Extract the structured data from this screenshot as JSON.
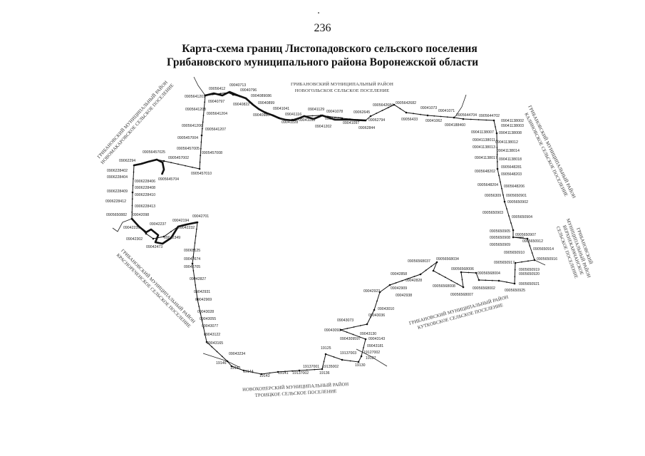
{
  "page_number": "236",
  "title": {
    "line1": "Карта-схема границ Листопадовского сельского поселения",
    "line2": "Грибановского муниципального района Воронежской области"
  },
  "regions": {
    "top": [
      "ГРИБАНОВСКИЙ МУНИЦИПАЛЬНЫЙ РАЙОН",
      "НОВОГОЛЬСКОЕ СЕЛЬСКОЕ ПОСЕЛЕНИЕ"
    ],
    "bottom": [
      "НОВОХОПЕРСКИЙ МУНИЦИПАЛЬНЫЙ РАЙОН",
      "ТРОИЦКОЕ СЕЛЬСКОЕ ПОСЕЛЕНИЕ"
    ],
    "kutkovskoe": [
      "ГРИБАНОВСКИЙ МУНИЦИПАЛЬНЫЙ РАЙОН",
      "КУТКОВСКОЕ СЕЛЬСКОЕ ПОСЕЛЕНИЕ"
    ],
    "left_top": [
      "ГРИБАНОВСКИЙ МУНИЦИПАЛЬНЫЙ РАЙОН",
      "НОВОМАКАРОВСКОЕ СЕЛЬСКОЕ ПОСЕЛЕНИЕ"
    ],
    "left_bottom": [
      "ГРИБАНОВСКИЙ МУНИЦИПАЛЬНЫЙ РАЙОН",
      "КРАСНОРЕЧЕНСКОЕ СЕЛЬСКОЕ ПОСЕЛЕНИЕ"
    ],
    "right": [
      "ГРИБАНОВСКИЙ МУНИЦИПАЛЬНЫЙ РАЙОН",
      "КАЛИНОВСКОЕ СЕЛЬСКОЕ ПОСЕЛЕНИЕ"
    ],
    "far_right": [
      "ГРИБАНОВСКИЙ",
      "МУНИЦИПАЛЬНЫЙ РАЙОН",
      "ВЕРХНЕКАРАЧАНСКОЕ",
      "СЕЛЬСКОЕ ПОСЕЛЕНИЕ"
    ]
  },
  "point_labels": [
    "09056412",
    "09040713",
    "09040796",
    "0905641201",
    "09040797",
    "09040822",
    "0904089086",
    "09040899",
    "09040980",
    "09041041",
    "0905641203",
    "0905641204",
    "0905641206",
    "0905641207",
    "0905457004",
    "09056457005",
    "0905457008",
    "0905457002",
    "0905457010",
    "09041116",
    "09041128",
    "09041129",
    "09041095",
    "09041202",
    "09041078",
    "09041072",
    "09041097",
    "09062645",
    "0905642684",
    "09062794",
    "09062844",
    "0905642682",
    "09056433",
    "09041073",
    "09041071",
    "09041062",
    "0904188460",
    "0905644704",
    "0905644702",
    "09041138002",
    "09041138003",
    "09041138007",
    "09041138008",
    "09041138011",
    "09041138012",
    "09041138013",
    "09041138014",
    "09041138017",
    "09041138018",
    "0905648281",
    "0905648202",
    "0905648203",
    "0905648204",
    "0905648206",
    "09056309",
    "0905650901",
    "0905650902",
    "0905650903",
    "0905650904",
    "0905650905",
    "0905650907",
    "0905650908",
    "0905650909",
    "0905650912",
    "0905650914",
    "0905650910",
    "0905650916",
    "0905650917",
    "0905650919",
    "0905650920",
    "0905650921",
    "0905650925",
    "09056568037",
    "09056568034",
    "09056568006",
    "09056568004",
    "09056568002",
    "09056568007",
    "09056568008",
    "09042858",
    "09042828",
    "09042923",
    "09042909",
    "09042938",
    "09043010",
    "09043036",
    "09043073",
    "09043093",
    "09043130",
    "0904309597",
    "09043143",
    "09043181",
    "19127002",
    "19127",
    "19130",
    "19125",
    "19137003",
    "19137001",
    "19135002",
    "19136",
    "19137002",
    "19141",
    "19143",
    "19144",
    "19145",
    "19146",
    "09042701",
    "09042232",
    "09065125",
    "09042674",
    "09042705",
    "09042827",
    "09042931",
    "09042969",
    "09043028",
    "09043055",
    "09043077",
    "09043122",
    "09043165",
    "09043234",
    "09056457025",
    "09062294",
    "0906228402",
    "0906228404",
    "0906228406",
    "0906228408",
    "0906228409",
    "0906228410",
    "0906228412",
    "0906228413",
    "0905650882",
    "09042098",
    "09042239",
    "09042237",
    "09042194",
    "09042349",
    "09042302",
    "09042473",
    "0905645704"
  ]
}
